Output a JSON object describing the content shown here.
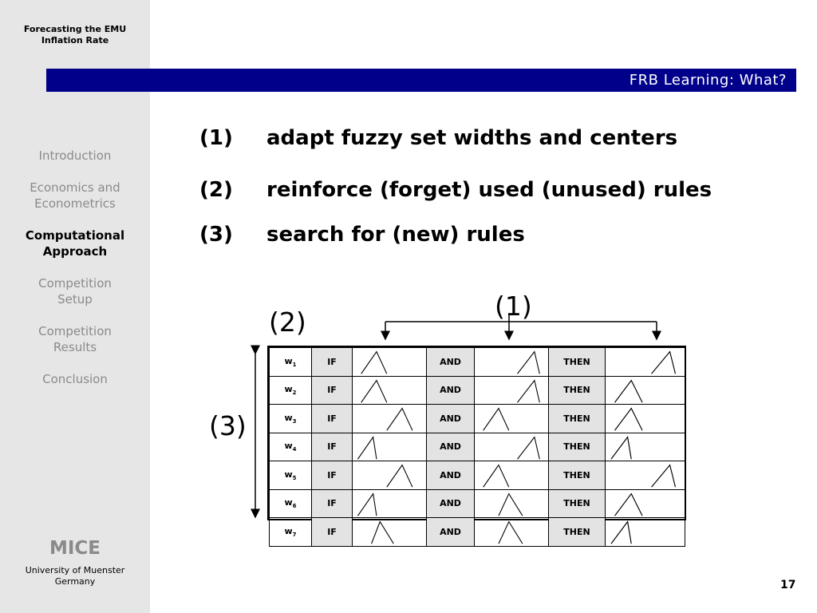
{
  "sidebar": {
    "title_line1": "Forecasting the EMU",
    "title_line2": "Inflation Rate",
    "nav": [
      {
        "line1": "Introduction",
        "line2": ""
      },
      {
        "line1": "Economics and",
        "line2": "Econometrics"
      },
      {
        "line1": "Computational",
        "line2": "Approach"
      },
      {
        "line1": "Competition",
        "line2": "Setup"
      },
      {
        "line1": "Competition",
        "line2": "Results"
      },
      {
        "line1": "Conclusion",
        "line2": ""
      }
    ],
    "active_index": 2,
    "logo": "MICE",
    "uni_line1": "University of Muenster",
    "uni_line2": "Germany"
  },
  "header": {
    "title": "FRB Learning: What?"
  },
  "points": [
    {
      "num": "(1)",
      "text": "adapt fuzzy set widths and centers"
    },
    {
      "num": "(2)",
      "text": "reinforce (forget) used (unused) rules"
    },
    {
      "num": "(3)",
      "text": "search for (new) rules"
    }
  ],
  "diagram": {
    "label1": "(1)",
    "label2": "(2)",
    "label3": "(3)",
    "keywords": {
      "if": "IF",
      "and": "AND",
      "then": "THEN"
    },
    "rows": [
      {
        "w": "w",
        "sub": "1",
        "sets": [
          "left",
          "right",
          "right"
        ]
      },
      {
        "w": "w",
        "sub": "2",
        "sets": [
          "left",
          "right",
          "left"
        ]
      },
      {
        "w": "w",
        "sub": "3",
        "sets": [
          "center-right",
          "left",
          "left"
        ]
      },
      {
        "w": "w",
        "sub": "4",
        "sets": [
          "left-edge",
          "right",
          "left-edge"
        ]
      },
      {
        "w": "w",
        "sub": "5",
        "sets": [
          "center-right",
          "left",
          "right"
        ]
      },
      {
        "w": "w",
        "sub": "6",
        "sets": [
          "left-edge",
          "center",
          "left"
        ]
      },
      {
        "w": "w",
        "sub": "7",
        "sets": [
          "left-mid",
          "center",
          "left-edge"
        ]
      }
    ]
  },
  "colors": {
    "title_bar": "#00008b",
    "sidebar": "#e6e6e6",
    "muted": "#8a8a8a"
  },
  "page_number": "17"
}
